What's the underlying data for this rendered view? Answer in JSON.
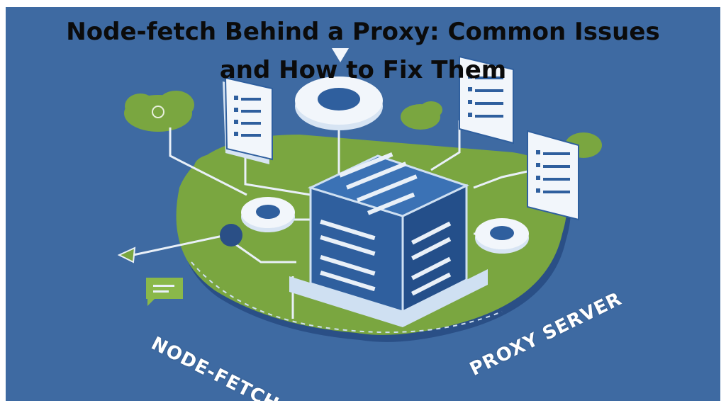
{
  "title": {
    "line1": "Node-fetch Behind a Proxy: Common Issues",
    "line2": "and How to Fix Them"
  },
  "labels": {
    "left": "NODE-FETCH",
    "right": "PROXY SERVER"
  },
  "colors": {
    "background": "#3e6aa2",
    "platform_green": "#79a23f",
    "server_blue": "#2f5f9e",
    "panel_white": "#f2f6fb"
  },
  "icons": [
    "server-cube-icon",
    "document-panel-icon",
    "node-circle-icon",
    "cloud-icon",
    "arrow-icon",
    "chat-bubble-icon"
  ]
}
